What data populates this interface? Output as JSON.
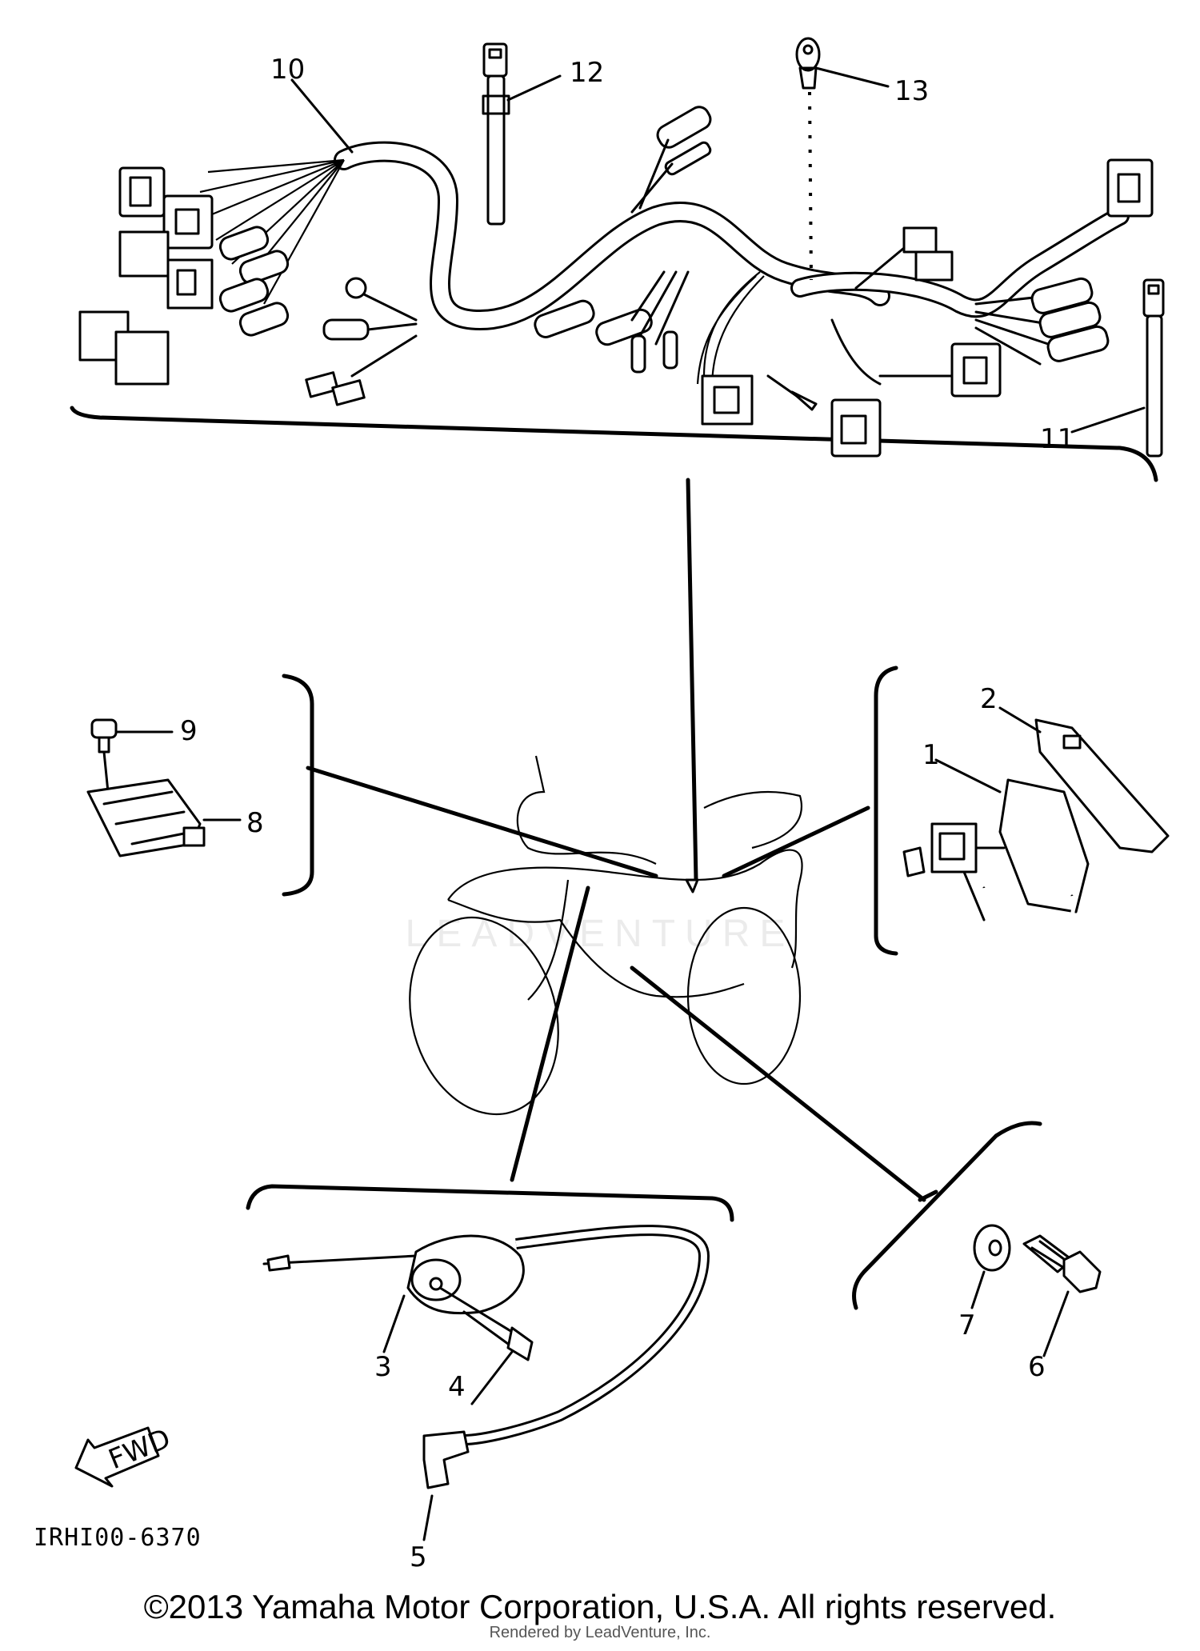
{
  "diagram": {
    "drawing_code": "IRHI00-6370",
    "copyright": "©2013 Yamaha Motor Corporation, U.S.A. All rights reserved.",
    "render_credit": "Rendered by LeadVenture, Inc.",
    "watermark": "LEADVENTURE",
    "fwd_label": "FWD",
    "callouts": {
      "c1": "1",
      "c2": "2",
      "c3": "3",
      "c4": "4",
      "c5": "5",
      "c6": "6",
      "c7": "7",
      "c8": "8",
      "c9": "9",
      "c10": "10",
      "c11": "11",
      "c12": "12",
      "c13": "13"
    }
  }
}
